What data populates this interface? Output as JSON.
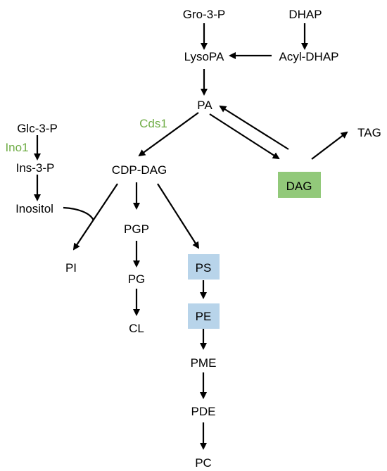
{
  "colors": {
    "enzyme_text": "#70ad47",
    "dag_box": "#92c97a",
    "ps_pe_box": "#b8d4ea",
    "arrow": "#000000",
    "text": "#000000"
  },
  "metabolites": {
    "gro3p": "Gro-3-P",
    "dhap": "DHAP",
    "lysopa": "LysoPA",
    "acyldhap": "Acyl-DHAP",
    "pa": "PA",
    "cdpdag": "CDP-DAG",
    "dag": "DAG",
    "tag": "TAG",
    "glc3p": "Glc-3-P",
    "ins3p": "Ins-3-P",
    "inositol": "Inositol",
    "pi": "PI",
    "pgp": "PGP",
    "pg": "PG",
    "cl": "CL",
    "ps": "PS",
    "pe": "PE",
    "pme": "PME",
    "pde": "PDE",
    "pc": "PC"
  },
  "enzymes": {
    "cds1": "Cds1",
    "ino1": "Ino1"
  }
}
